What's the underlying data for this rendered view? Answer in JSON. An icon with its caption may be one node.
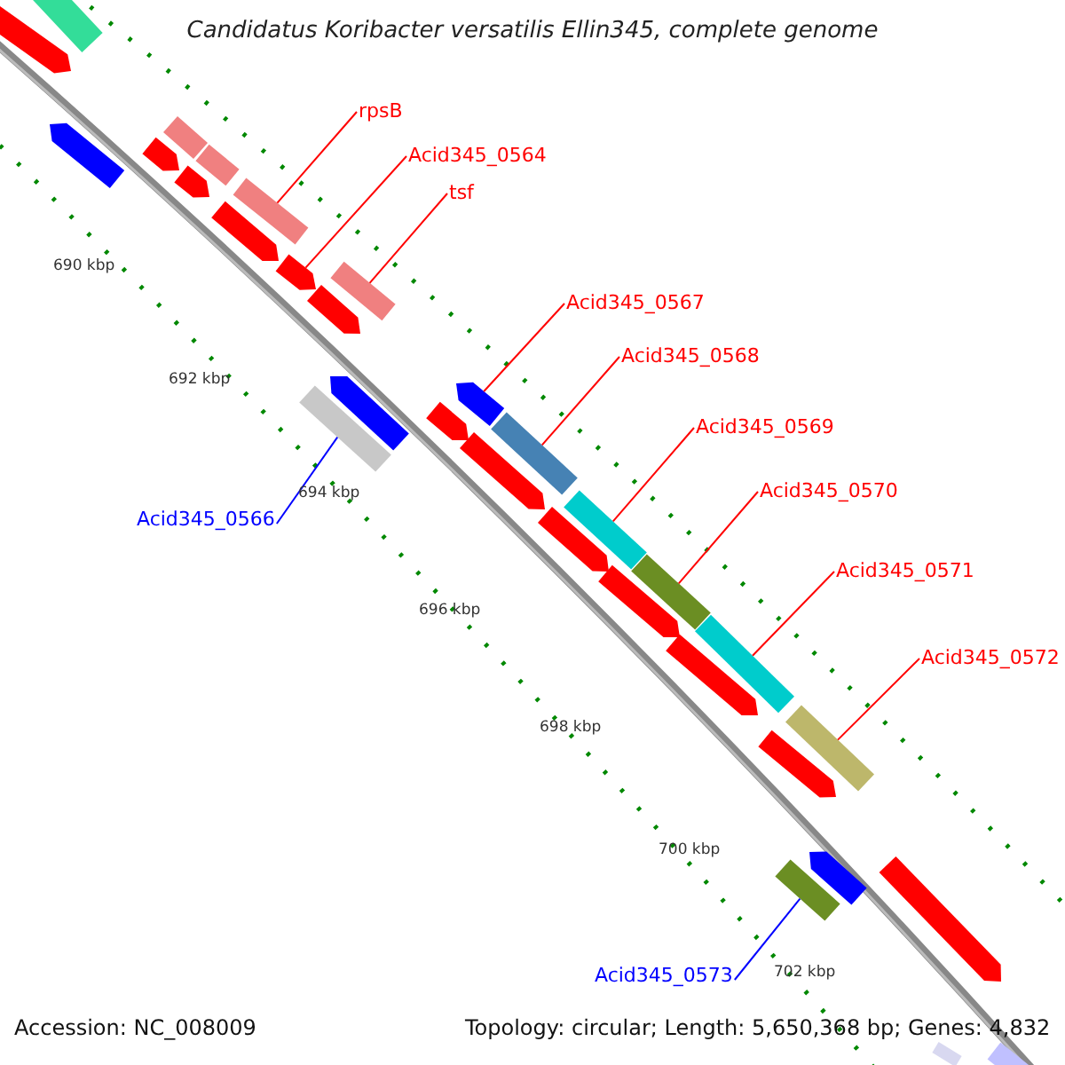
{
  "diagram": {
    "title": "Candidatus Koribacter versatilis Ellin345, complete genome",
    "nodes": [
      {
        "text": [
          "rpsB"
        ]
      },
      {
        "text": [],
        "shape": "bar"
      },
      {
        "text": [
          "Acid345_0564"
        ]
      },
      {
        "text": [],
        "shape": "bar"
      },
      {
        "text": [
          "tsf"
        ]
      },
      {
        "text": [],
        "shape": "bar"
      },
      {
        "text": [
          "Acid345_0566"
        ]
      },
      {
        "text": [],
        "shape": "bar"
      },
      {
        "text": [
          "Acid345_0567"
        ]
      },
      {
        "text": [],
        "shape": "bar"
      },
      {
        "text": [
          "Acid345_0568"
        ]
      },
      {
        "text": [],
        "shape": "bar"
      },
      {
        "text": [
          "Acid345_0569"
        ]
      },
      {
        "text": [],
        "shape": "bar"
      },
      {
        "text": [
          "Acid345_0570"
        ]
      },
      {
        "text": [],
        "shape": "bar"
      },
      {
        "text": [
          "Acid345_0571"
        ]
      },
      {
        "text": [],
        "shape": "bar"
      },
      {
        "text": [
          "Acid345_0572"
        ]
      },
      {
        "text": [],
        "shape": "bar"
      },
      {
        "text": [
          "Acid345_0573"
        ]
      },
      {
        "text": [],
        "shape": "bar"
      },
      {
        "text": [],
        "shape": "bar"
      },
      {
        "text": [],
        "shape": "bar"
      },
      {
        "text": [],
        "shape": "bar"
      },
      {
        "text": [],
        "shape": "bar"
      },
      {
        "text": [],
        "shape": "bar"
      },
      {
        "text": [],
        "shape": "bar"
      },
      {
        "text": [],
        "shape": "bar"
      },
      {
        "text": [],
        "shape": "bar"
      },
      {
        "text": [],
        "shape": "bar"
      },
      {
        "text": [],
        "shape": "bar"
      },
      {
        "text": [],
        "shape": "bar"
      },
      {
        "text": [],
        "shape": "bar"
      },
      {
        "text": [],
        "shape": "bar"
      },
      {
        "text": [],
        "shape": "bar"
      },
      {
        "text": [],
        "shape": "bar"
      },
      {
        "text": [],
        "shape": "bar"
      },
      {
        "text": [],
        "shape": "bar"
      },
      {
        "text": [],
        "shape": "bar"
      },
      {
        "text": [],
        "shape": "bar"
      },
      {
        "text": [],
        "shape": "bar"
      }
    ],
    "edges": [
      {
        "from": 0,
        "to": 1,
        "arrow": "none"
      },
      {
        "from": 2,
        "to": 3,
        "arrow": "none"
      },
      {
        "from": 4,
        "to": 5,
        "arrow": "none"
      },
      {
        "from": 6,
        "to": 7,
        "arrow": "none",
        "color": "#0000ff"
      },
      {
        "from": 8,
        "to": 9,
        "arrow": "none"
      },
      {
        "from": 10,
        "to": 11,
        "arrow": "none"
      },
      {
        "from": 12,
        "to": 13,
        "arrow": "none"
      },
      {
        "from": 14,
        "to": 15,
        "arrow": "none"
      },
      {
        "from": 16,
        "to": 17,
        "arrow": "none"
      },
      {
        "from": 18,
        "to": 19,
        "arrow": "none"
      },
      {
        "from": 20,
        "to": 21,
        "arrow": "none",
        "color": "#0000ff"
      }
    ],
    "labels": [
      "690 kbp",
      "692 kbp",
      "694 kbp",
      "696 kbp",
      "698 kbp",
      "700 kbp",
      "702 kbp",
      "Accession: NC_008009",
      "Topology: circular; Length: 5,650,368 bp; Genes: 4,832"
    ]
  }
}
